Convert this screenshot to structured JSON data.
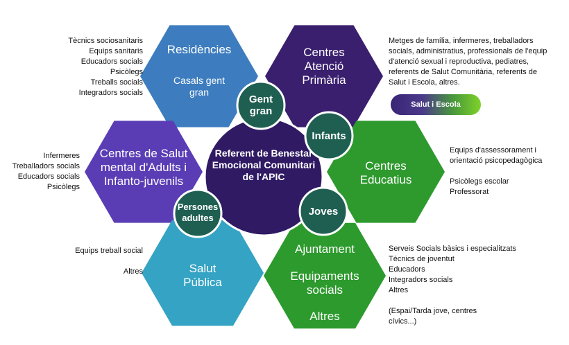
{
  "hexagons": {
    "residencies": {
      "title": "Residències",
      "sub": "Casals gent gran",
      "color": "#3d7dbf"
    },
    "primaria": {
      "title": "Centres Atenció Primària",
      "color": "#3a1f6e"
    },
    "salut_mental": {
      "title": "Centres de Salut mental d'Adults i Infanto-juvenils",
      "color": "#5a3db5"
    },
    "educatius": {
      "title": "Centres Educatius",
      "color": "#2e9a2e"
    },
    "salut_publica": {
      "title": "Salut Pública",
      "color": "#35a3c4"
    },
    "ajuntament": {
      "line1": "Ajuntament",
      "line2": "Equipaments socials",
      "line3": "Altres",
      "color": "#2c9a2c"
    }
  },
  "center": {
    "text": "Referent de Benestar Emocional Comunitari de l'APIC",
    "color": "#2f1a63"
  },
  "circles": {
    "gent_gran": "Gent gran",
    "infants": "Infants",
    "persones_adultes": "Persones adultes",
    "joves": "Joves",
    "color": "#1f5f52"
  },
  "badge": {
    "label": "Salut i Escola"
  },
  "lists": {
    "residencies": [
      "Tècnics sociosanitaris",
      "Equips sanitaris",
      "Educadors socials",
      "Psicòlegs",
      "Treballs socials",
      "Integradors socials"
    ],
    "primaria": [
      "Metges de família, infermeres, treballadors",
      "socials, administratius, professionals de l'equip",
      "d'atenció sexual i reproductiva, pediatres,",
      "referents de Salut Comunitària, referents de",
      "Salut i Escola, altres."
    ],
    "salut_mental": [
      "Infermeres",
      "Treballadors socials",
      "Educadors socials",
      "Psicòlegs"
    ],
    "educatius": [
      "Equips d'assessorament i",
      "orientació psicopedagògica",
      "",
      "Psicòlegs escolar",
      "Professorat"
    ],
    "salut_publica": [
      "Equips treball social",
      "",
      "Altres"
    ],
    "ajuntament": [
      "Serveis Socials bàsics i  especialitzats",
      "Tècnics de joventut",
      "Educadors",
      "Integradors socials",
      "Altres",
      "",
      "(Espai/Tarda jove, centres",
      "cívics...)"
    ]
  }
}
